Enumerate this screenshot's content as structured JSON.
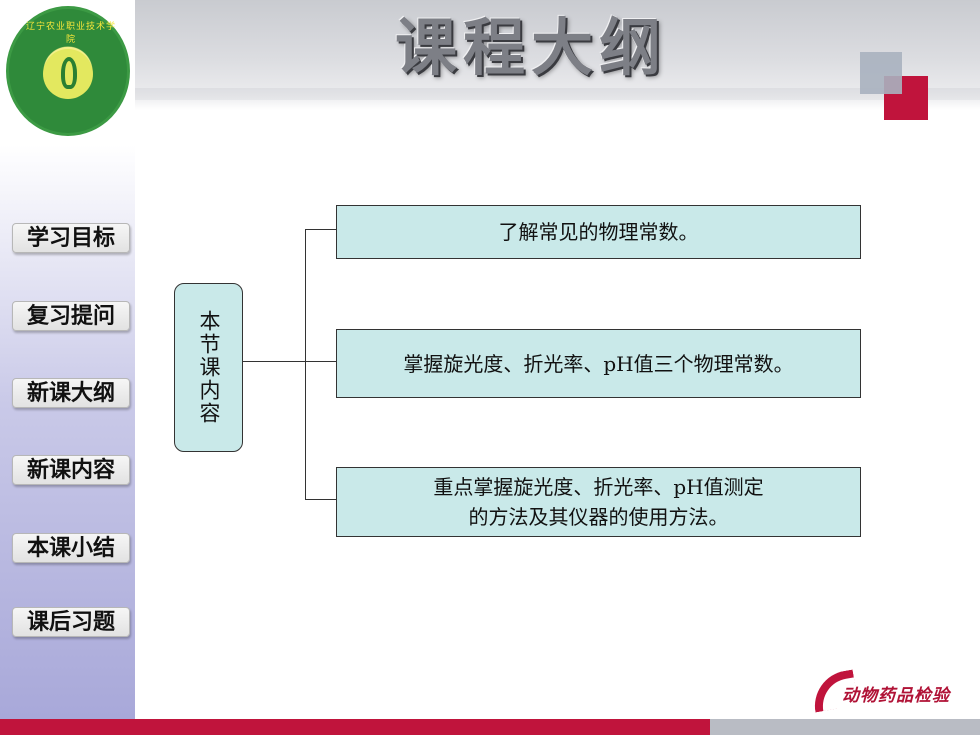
{
  "header": {
    "title": "课程大纲",
    "logo_text": "辽宁农业职业技术学院"
  },
  "sidebar": {
    "items": [
      {
        "label": "学习目标"
      },
      {
        "label": "复习提问"
      },
      {
        "label": "新课大纲"
      },
      {
        "label": "新课内容"
      },
      {
        "label": "本课小结"
      },
      {
        "label": "课后习题"
      }
    ]
  },
  "outline": {
    "root": "本节课内容",
    "points": [
      "了解常见的物理常数。",
      "掌握旋光度、折光率、pH值三个物理常数。",
      "重点掌握旋光度、折光率、pH值测定\n的方法及其仪器的使用方法。"
    ]
  },
  "footer": {
    "brand_text": "动物药品检验"
  },
  "colors": {
    "accent_red": "#c0143c",
    "box_fill": "#c9e9e9",
    "sidebar_bottom": "#a8a8d9"
  }
}
